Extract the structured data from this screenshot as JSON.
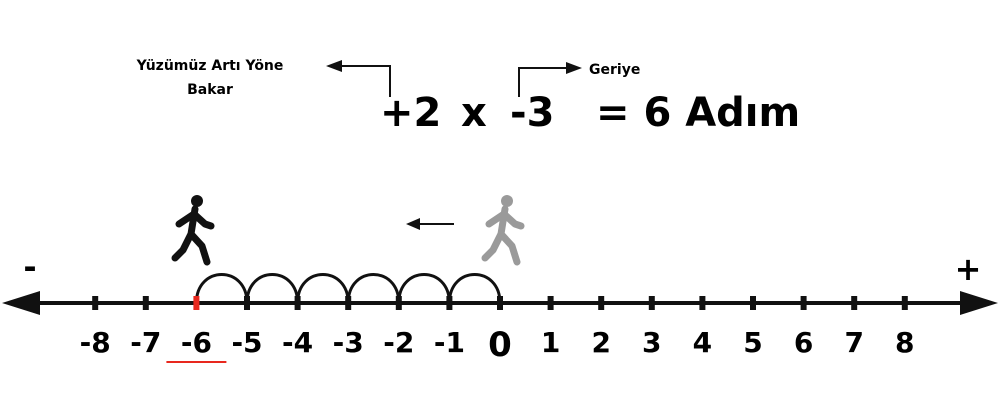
{
  "annotations": {
    "facing_label_line1": "Yüzümüz Artı Yöne",
    "facing_label_line2": "Bakar",
    "backward_label": "Geriye"
  },
  "equation": {
    "facing": "+2",
    "times": "x",
    "steps": "-3",
    "result": "= 6 Adım"
  },
  "signs": {
    "negative": "-",
    "positive": "+"
  },
  "number_line": {
    "ticks": [
      -8,
      -7,
      -6,
      -5,
      -4,
      -3,
      -2,
      -1,
      0,
      1,
      2,
      3,
      4,
      5,
      6,
      7,
      8
    ],
    "tick_labels": [
      "-8",
      "-7",
      "-6",
      "-5",
      "-4",
      "-3",
      "-2",
      "-1",
      "0",
      "1",
      "2",
      "3",
      "4",
      "5",
      "6",
      "7",
      "8"
    ],
    "answer": -6,
    "start": 0,
    "jump_size": 1,
    "jump_count": 6
  },
  "colors": {
    "line": "#111111",
    "answer": "#e8281e",
    "start_walker": "#9a9a9a",
    "end_walker": "#111111"
  },
  "icons": {
    "start_walker": "walking-person-icon",
    "end_walker": "walking-person-icon",
    "direction": "left-arrow-icon"
  }
}
